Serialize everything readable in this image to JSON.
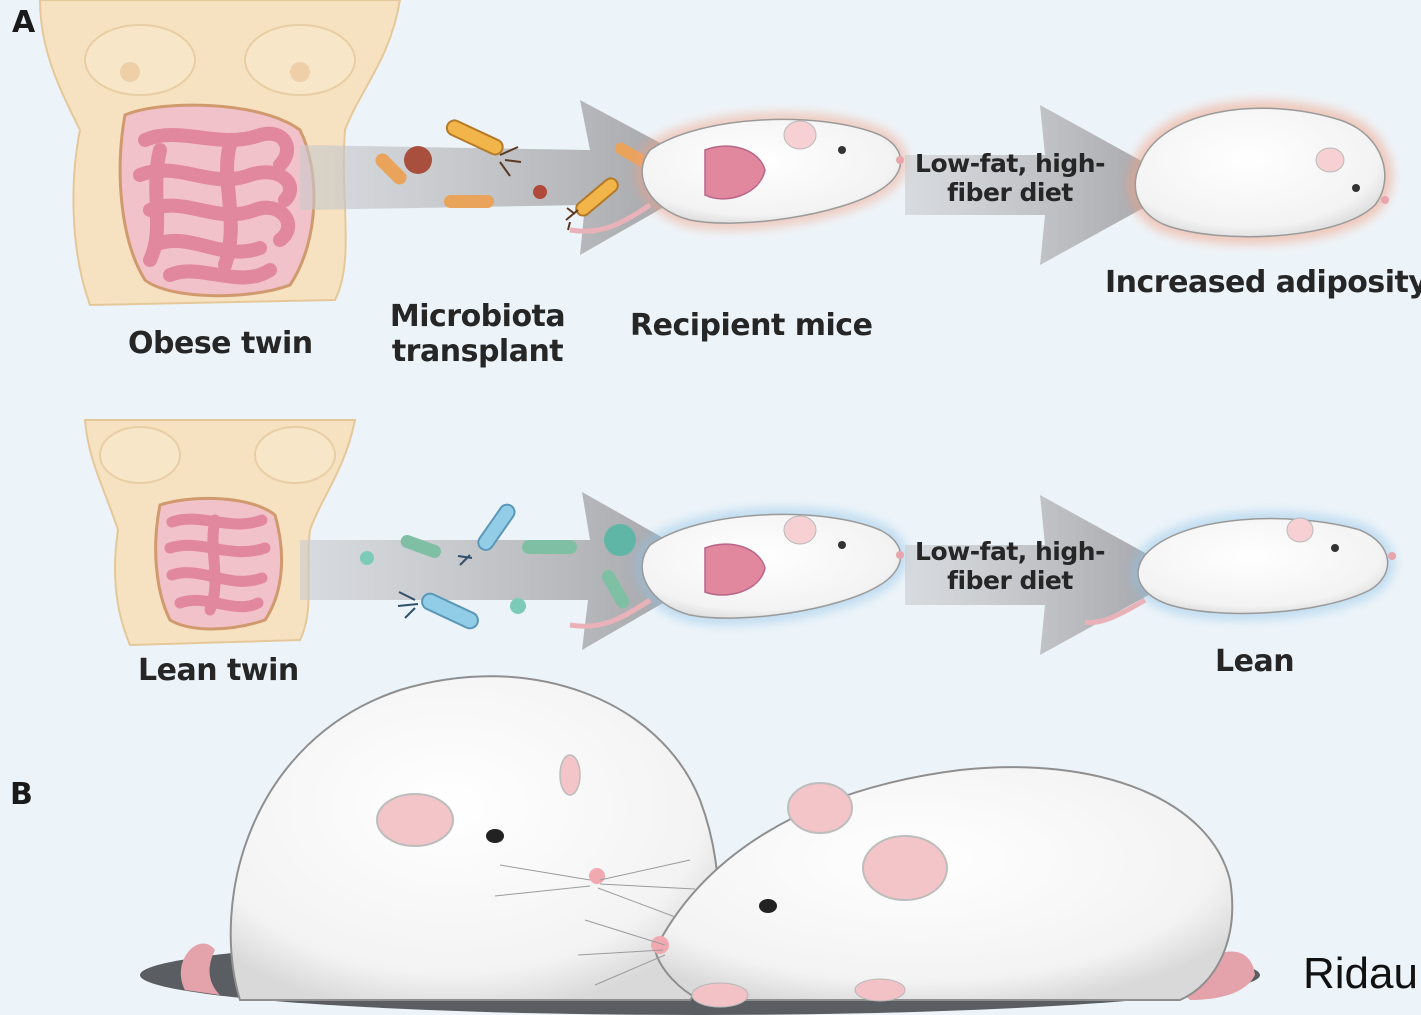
{
  "panel_a": {
    "letter": "A",
    "obese_row": {
      "source_label": "Obese twin",
      "transplant_label": "Microbiota transplant",
      "recipient_label": "Recipient mice",
      "diet_label": "Low-fat, high-fiber diet",
      "outcome_label": "Increased adiposity",
      "glow_color": "#f2a184"
    },
    "lean_row": {
      "source_label": "Lean twin",
      "diet_label": "Low-fat, high-fiber diet",
      "outcome_label": "Lean",
      "glow_color": "#8fc3e8"
    }
  },
  "panel_b": {
    "letter": "B"
  },
  "citation": "Ridau",
  "colors": {
    "background": "#edf4f9",
    "arrow": "#a6a7ab",
    "skin": "#f6e2c0",
    "intestine": "#e1879e",
    "obese_microbes": "#e9a35a",
    "lean_microbes": "#7fbfa3"
  }
}
